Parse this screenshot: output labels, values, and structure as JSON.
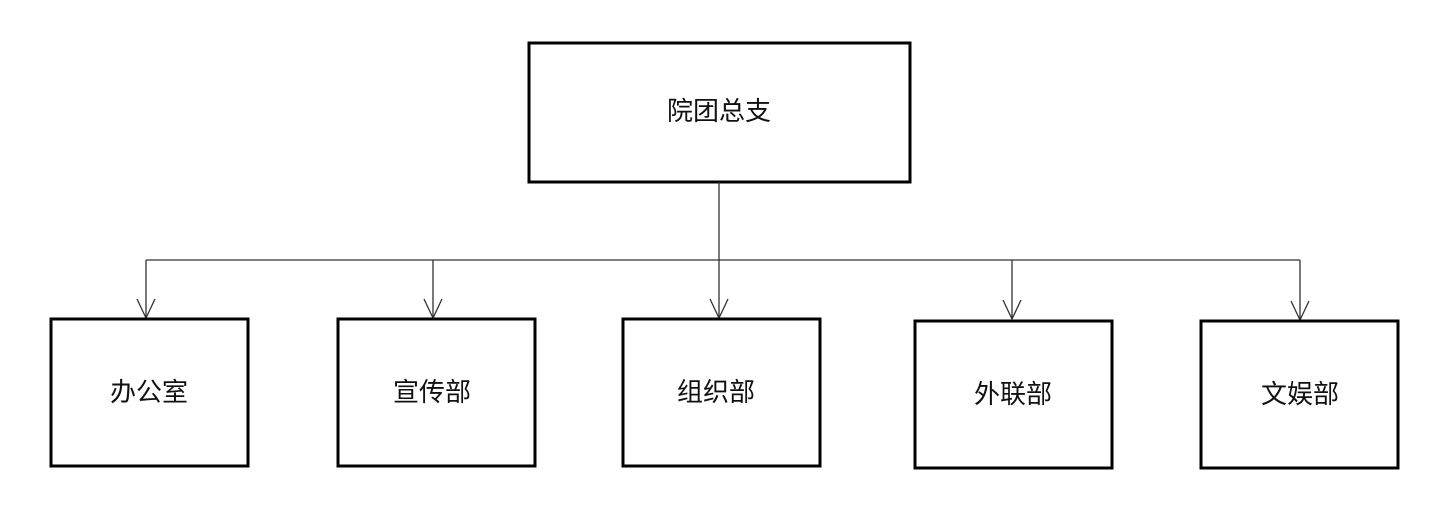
{
  "root": {
    "label": "院团总支"
  },
  "children": [
    {
      "label": "办公室"
    },
    {
      "label": "宣传部"
    },
    {
      "label": "组织部"
    },
    {
      "label": "外联部"
    },
    {
      "label": "文娱部"
    }
  ]
}
